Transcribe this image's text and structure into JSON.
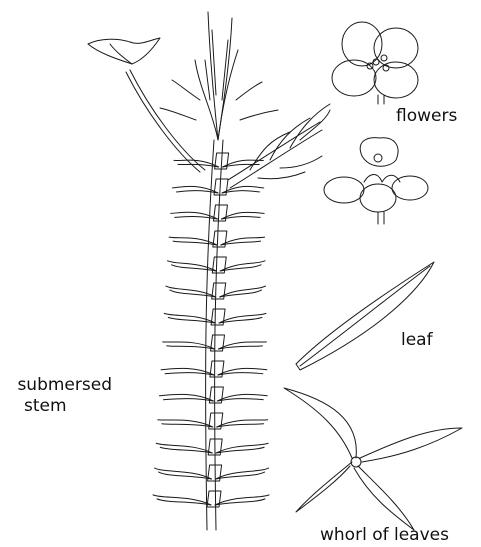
{
  "figure": {
    "labels": {
      "flowers": "flowers",
      "leaf": "leaf",
      "stem_line1": "submersed",
      "stem_line2": "stem",
      "whorl": "whorl of leaves"
    },
    "colors": {
      "ink": "#1a1a1a",
      "background": "#ffffff"
    }
  }
}
